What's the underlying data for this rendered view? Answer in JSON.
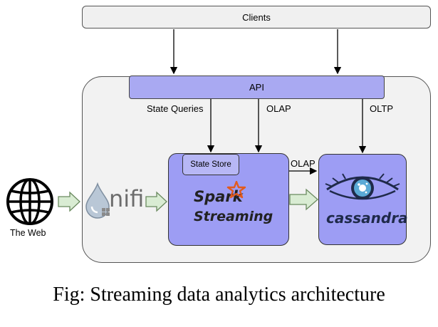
{
  "nodes": {
    "clients": "Clients",
    "api": "API",
    "state_store": "State Store",
    "the_web": "The Web",
    "nifi": "nifi",
    "spark_line1": "Spark",
    "spark_line2": "Streaming",
    "cassandra": "cassandra"
  },
  "edges": {
    "state_queries": "State Queries",
    "olap_api": "OLAP",
    "oltp": "OLTP",
    "olap_spark_cassandra": "OLAP"
  },
  "caption": "Fig: Streaming data analytics architecture",
  "colors": {
    "service_fill": "#9d9df4",
    "api_fill": "#a9a9f2",
    "container_fill": "#f2f2f2",
    "flow_arrow_fill": "#d9ecd3",
    "spark_star": "#e25a1c"
  },
  "icons": [
    "globe-icon",
    "nifi-drop-icon",
    "spark-star-icon",
    "cassandra-eye-icon"
  ]
}
